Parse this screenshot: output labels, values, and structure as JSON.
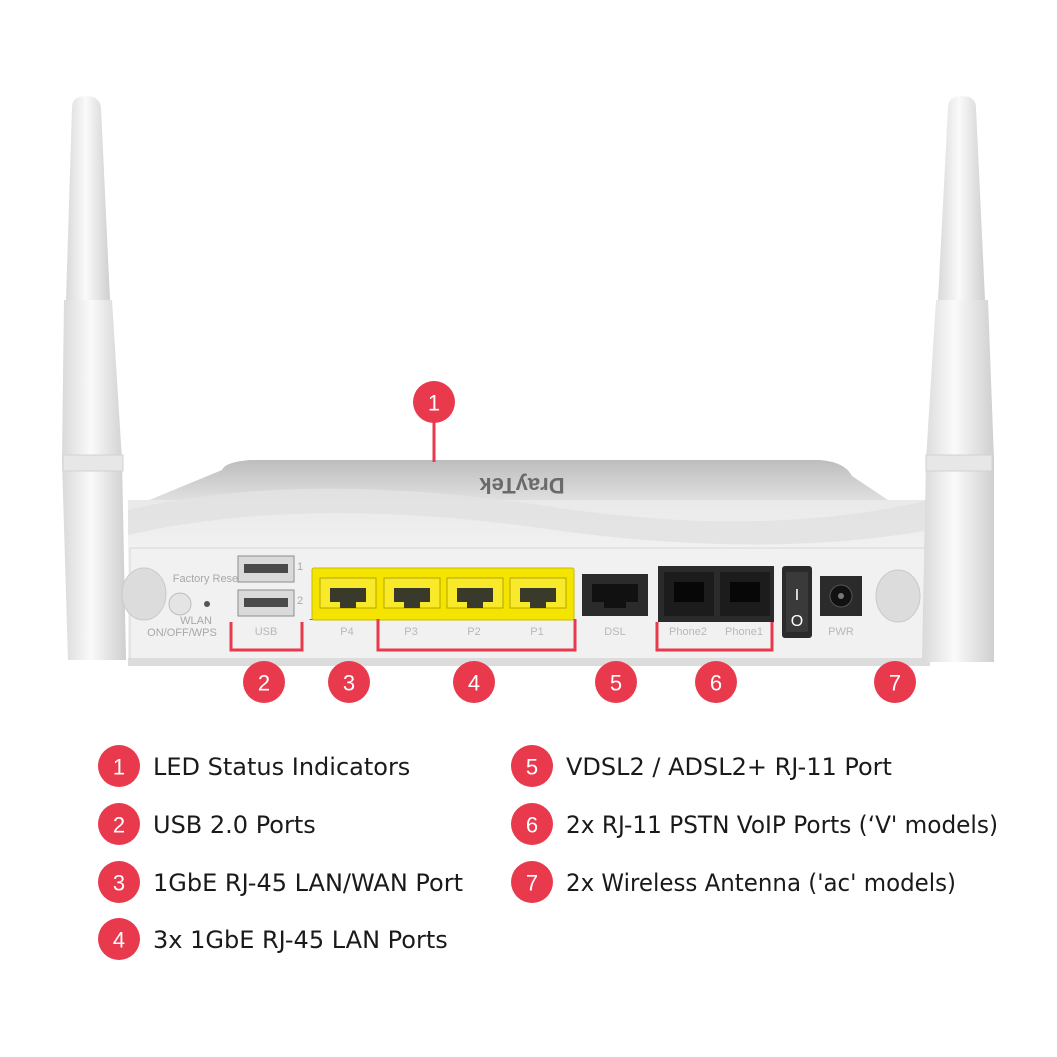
{
  "device": {
    "brand": "DrayTek",
    "labels": {
      "factory_reset": "Factory Reset",
      "wlan": "WLAN",
      "wlan_mode": "ON/OFF/WPS",
      "usb_1": "1",
      "usb_2": "2",
      "usb": "USB",
      "p4": "P4",
      "p3": "P3",
      "p2": "P2",
      "p1": "P1",
      "dsl": "DSL",
      "phone2": "Phone2",
      "phone1": "Phone1",
      "pwr": "PWR",
      "switch_on": "I",
      "switch_off": "O"
    }
  },
  "callouts": [
    {
      "number": "1",
      "label": "LED Status Indicators"
    },
    {
      "number": "2",
      "label": "USB 2.0 Ports"
    },
    {
      "number": "3",
      "label": "1GbE RJ-45 LAN/WAN Port"
    },
    {
      "number": "4",
      "label": "3x 1GbE RJ-45 LAN Ports"
    },
    {
      "number": "5",
      "label": "VDSL2 / ADSL2+ RJ-11 Port"
    },
    {
      "number": "6",
      "label": "2x RJ-11 PSTN VoIP Ports (‘V' models)"
    },
    {
      "number": "7",
      "label": "2x Wireless Antenna ('ac' models)"
    }
  ],
  "colors": {
    "badge": "#e8394d",
    "bracket": "#e8394d",
    "lan_port": "#f5e400",
    "device_body": "#f2f2f2",
    "port_dark": "#2b2b2b"
  }
}
